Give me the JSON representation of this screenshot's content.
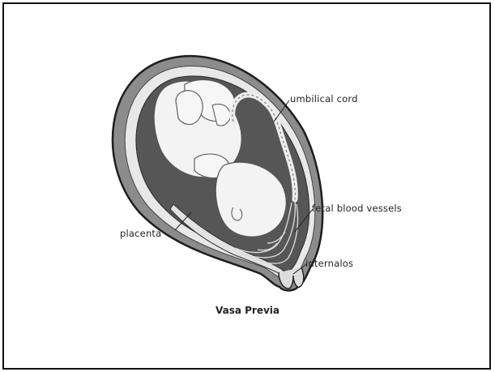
{
  "labels": {
    "umbilical_cord": "umbilical cord",
    "fetal_blood_vessels": "fetal blood vessels",
    "placenta": "placenta",
    "internal_os": "internalos"
  },
  "caption": "Vasa Previa",
  "colors": {
    "uterine_wall": "#8c8c8c",
    "uterine_outline": "#1e1e1e",
    "amniotic_cavity": "#565656",
    "fetus_skin": "#f3f3f3",
    "vessels": "#d8d8d8"
  }
}
